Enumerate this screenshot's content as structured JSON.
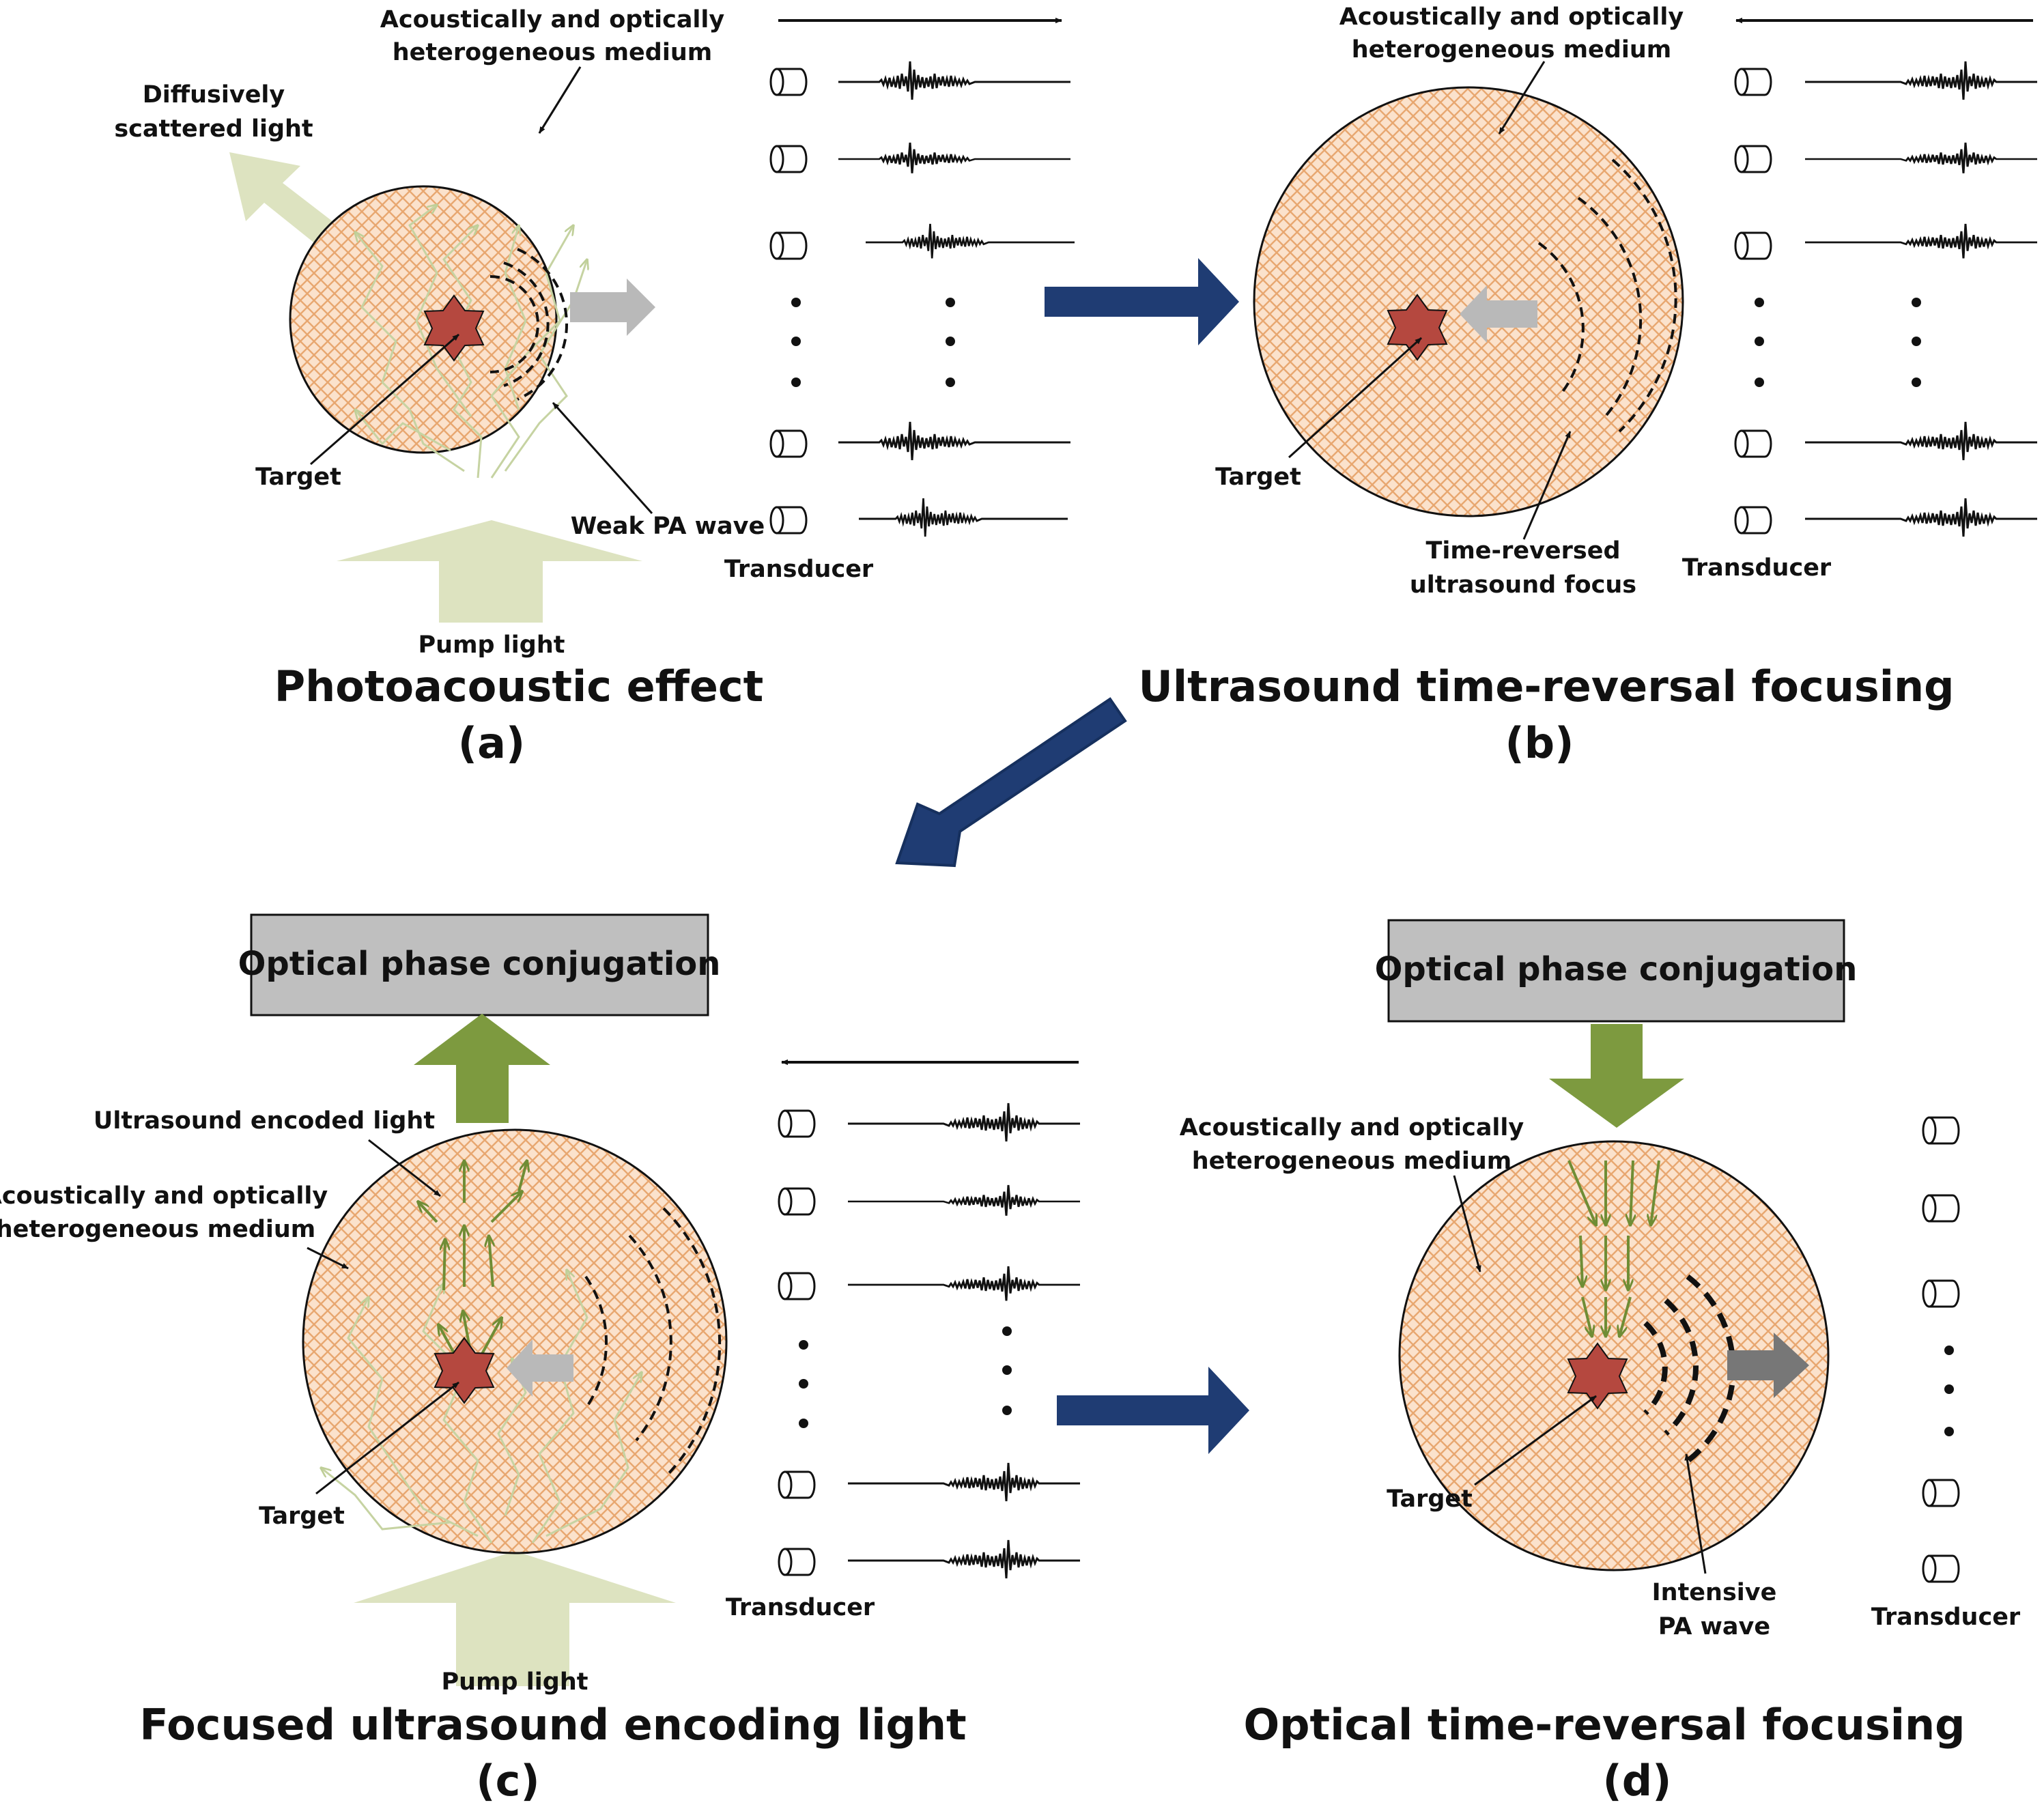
{
  "panels": {
    "a": {
      "caption": "(a)",
      "title": "Photoacoustic effect",
      "labels": {
        "medium_line1": "Acoustically and optically",
        "medium_line2": "heterogeneous medium",
        "scattered_line1": "Diffusively",
        "scattered_line2": "scattered light",
        "target": "Target",
        "weak_pa": "Weak PA wave",
        "transducer": "Transducer",
        "pump": "Pump light"
      }
    },
    "b": {
      "caption": "(b)",
      "title": "Ultrasound time-reversal focusing",
      "labels": {
        "medium_line1": "Acoustically and optically",
        "medium_line2": "heterogeneous medium",
        "target": "Target",
        "focus_line1": "Time-reversed",
        "focus_line2": "ultrasound focus",
        "transducer": "Transducer"
      }
    },
    "c": {
      "caption": "(c)",
      "title": "Focused ultrasound encoding light",
      "labels": {
        "opc": "Optical phase conjugation",
        "encoded": "Ultrasound encoded light",
        "medium_line1": "Acoustically and optically",
        "medium_line2": "heterogeneous medium",
        "target": "Target",
        "transducer": "Transducer",
        "pump": "Pump light"
      }
    },
    "d": {
      "caption": "(d)",
      "title": "Optical time-reversal focusing",
      "labels": {
        "opc": "Optical phase conjugation",
        "medium_line1": "Acoustically and optically",
        "medium_line2": "heterogeneous medium",
        "target": "Target",
        "intensive_line1": "Intensive",
        "intensive_line2": "PA wave",
        "transducer": "Transducer"
      }
    }
  },
  "colors": {
    "medium_fill": "#fbe2cc",
    "mesh": "#e8a770",
    "target": "#b5483f",
    "flow_arrow": "#1f3c73",
    "pump_light": "#dde3c0",
    "encoded_arrow": "#7d9a3f",
    "gray_arrow": "#b9b9b9",
    "dark_gray_arrow": "#777777",
    "box_fill": "#bfbfbf"
  }
}
